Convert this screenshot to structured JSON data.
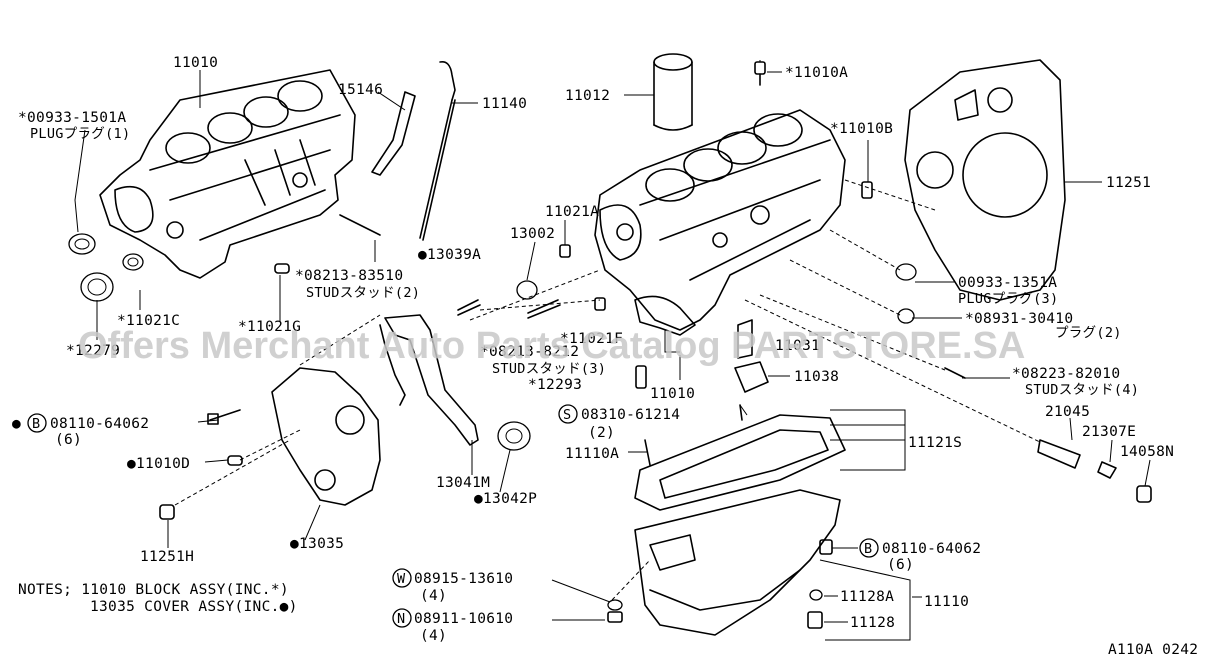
{
  "labels": {
    "p11010_top": "11010",
    "plug1501_code": "*00933-1501A",
    "plug1501_name": "PLUGプラグ(1)",
    "p15146": "15146",
    "p11140": "11140",
    "p11012": "11012",
    "p11010A": "*11010A",
    "p11010B": "*11010B",
    "p11251": "11251",
    "p11021A": "11021A",
    "p13002": "13002",
    "p13039A": "●13039A",
    "stud83510_code": "*08213-83510",
    "stud83510_name": "STUDスタッド(2)",
    "p11021C": "*11021C",
    "p11021G": "*11021G",
    "p12279": "*12279",
    "plug1351_code": "00933-1351A",
    "plug1351_name": "PLUGプラグ(3)",
    "p30410_code": "*08931-30410",
    "p30410_name": "プラグ(2)",
    "p11021F": "*11021F",
    "stud8212_code": "*08213-8212",
    "stud8212_name": "STUDスタッド(3)",
    "p11031": "11031",
    "p12293": "*12293",
    "p11010_mid": "11010",
    "p11038": "11038",
    "stud82010_code": "*08223-82010",
    "stud82010_name": "STUDスタッド(4)",
    "bolt64062a_circle": "B",
    "bolt64062a_code": "08110-64062",
    "bolt64062a_qty": "(6)",
    "p11010D": "●11010D",
    "screw61214_circle": "S",
    "screw61214_code": "08310-61214",
    "screw61214_qty": "(2)",
    "p21045": "21045",
    "p21307E": "21307E",
    "p14058N": "14058N",
    "p11110A": "11110A",
    "p11121S": "11121S",
    "p13041M": "13041M",
    "p13042P": "●13042P",
    "p11251H": "11251H",
    "p13035": "●13035",
    "bolt64062b_circle": "B",
    "bolt64062b_code": "08110-64062",
    "bolt64062b_qty": "(6)",
    "washer13610_circle": "W",
    "washer13610_code": "08915-13610",
    "washer13610_qty": "(4)",
    "nut10610_circle": "N",
    "nut10610_code": "08911-10610",
    "nut10610_qty": "(4)",
    "p11128A": "11128A",
    "p11110": "11110",
    "p11128": "11128",
    "notes_line1": "NOTES; 11010 BLOCK ASSY(INC.*)",
    "notes_line2": "13035 COVER ASSY(INC.●)",
    "diagram_code": "A110A 0242",
    "watermark": "Offers Merchant Auto Parts Catalog PARTSTORE.SA"
  }
}
